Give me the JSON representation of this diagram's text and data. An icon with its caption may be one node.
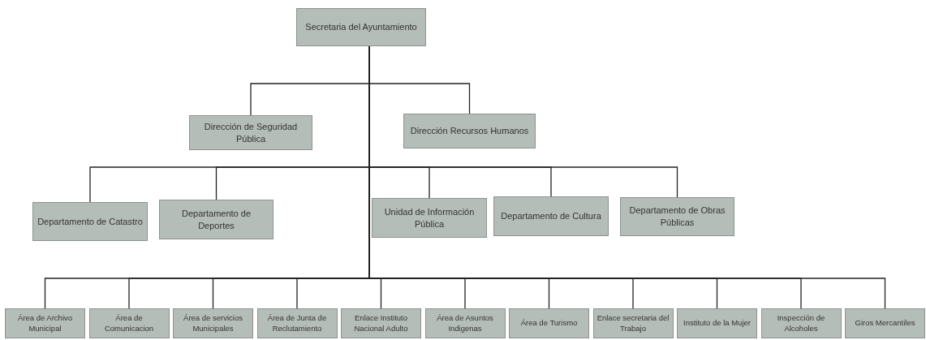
{
  "diagram": {
    "nodes": [
      {
        "text": [
          "Secretaria del Ayuntamiento"
        ]
      },
      {
        "text": [
          "Dirección de Seguridad Pública"
        ]
      },
      {
        "text": [
          "Dirección Recursos Humanos"
        ]
      },
      {
        "text": [
          "Departamento de Catastro"
        ]
      },
      {
        "text": [
          "Departamento de Deportes"
        ]
      },
      {
        "text": [
          "Unidad de Información Pública"
        ]
      },
      {
        "text": [
          "Departamento de Cultura"
        ]
      },
      {
        "text": [
          "Departamento de Obras Públicas"
        ]
      },
      {
        "text": [
          "Área de Archivo Municipal"
        ]
      },
      {
        "text": [
          "Área de Comunicacion"
        ]
      },
      {
        "text": [
          "Área de servicios Municipales"
        ]
      },
      {
        "text": [
          "Área de Junta de Reclutamiento"
        ]
      },
      {
        "text": [
          "Enlace Instituto Nacional Adulto"
        ]
      },
      {
        "text": [
          "Área de Asuntos Indigenas"
        ]
      },
      {
        "text": [
          "Área de Turismo"
        ]
      },
      {
        "text": [
          "Enlace secretaria del Trabajo"
        ]
      },
      {
        "text": [
          "Instituto de la Mujer"
        ]
      },
      {
        "text": [
          "Inspección de Alcoholes"
        ]
      },
      {
        "text": [
          "Giros Mercantiles"
        ]
      }
    ],
    "edges": [
      {
        "from": 0,
        "to": 1,
        "arrow": "none"
      },
      {
        "from": 0,
        "to": 2,
        "arrow": "none"
      },
      {
        "from": 0,
        "to": 3,
        "arrow": "none"
      },
      {
        "from": 0,
        "to": 4,
        "arrow": "none"
      },
      {
        "from": 0,
        "to": 5,
        "arrow": "none"
      },
      {
        "from": 0,
        "to": 6,
        "arrow": "none"
      },
      {
        "from": 0,
        "to": 7,
        "arrow": "none"
      },
      {
        "from": 0,
        "to": 8,
        "arrow": "none"
      },
      {
        "from": 0,
        "to": 9,
        "arrow": "none"
      },
      {
        "from": 0,
        "to": 10,
        "arrow": "none"
      },
      {
        "from": 0,
        "to": 11,
        "arrow": "none"
      },
      {
        "from": 0,
        "to": 12,
        "arrow": "none"
      },
      {
        "from": 0,
        "to": 13,
        "arrow": "none"
      },
      {
        "from": 0,
        "to": 14,
        "arrow": "none"
      },
      {
        "from": 0,
        "to": 15,
        "arrow": "none"
      },
      {
        "from": 0,
        "to": 16,
        "arrow": "none"
      },
      {
        "from": 0,
        "to": 17,
        "arrow": "none"
      },
      {
        "from": 0,
        "to": 18,
        "arrow": "none"
      }
    ]
  }
}
